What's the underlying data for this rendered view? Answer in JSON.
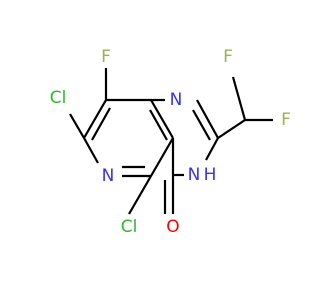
{
  "molecule": {
    "atoms": {
      "cl_top": {
        "text": "Cl",
        "color": "#2eb82e"
      },
      "f_top": {
        "text": "F",
        "color": "#99b34d"
      },
      "f_right_1": {
        "text": "F",
        "color": "#99b34d"
      },
      "f_right_2": {
        "text": "F",
        "color": "#99b34d"
      },
      "n_left": {
        "text": "N",
        "color": "#3333ff"
      },
      "n_top": {
        "text": "N",
        "color": "#3333ff"
      },
      "nh_label": {
        "text": "N",
        "color": "#3333ff"
      },
      "h_label": {
        "text": "H",
        "color": "#3333ff"
      },
      "cl_bottom": {
        "text": "Cl",
        "color": "#2eb82e"
      },
      "o_bottom": {
        "text": "O",
        "color": "#ff0000"
      }
    }
  }
}
